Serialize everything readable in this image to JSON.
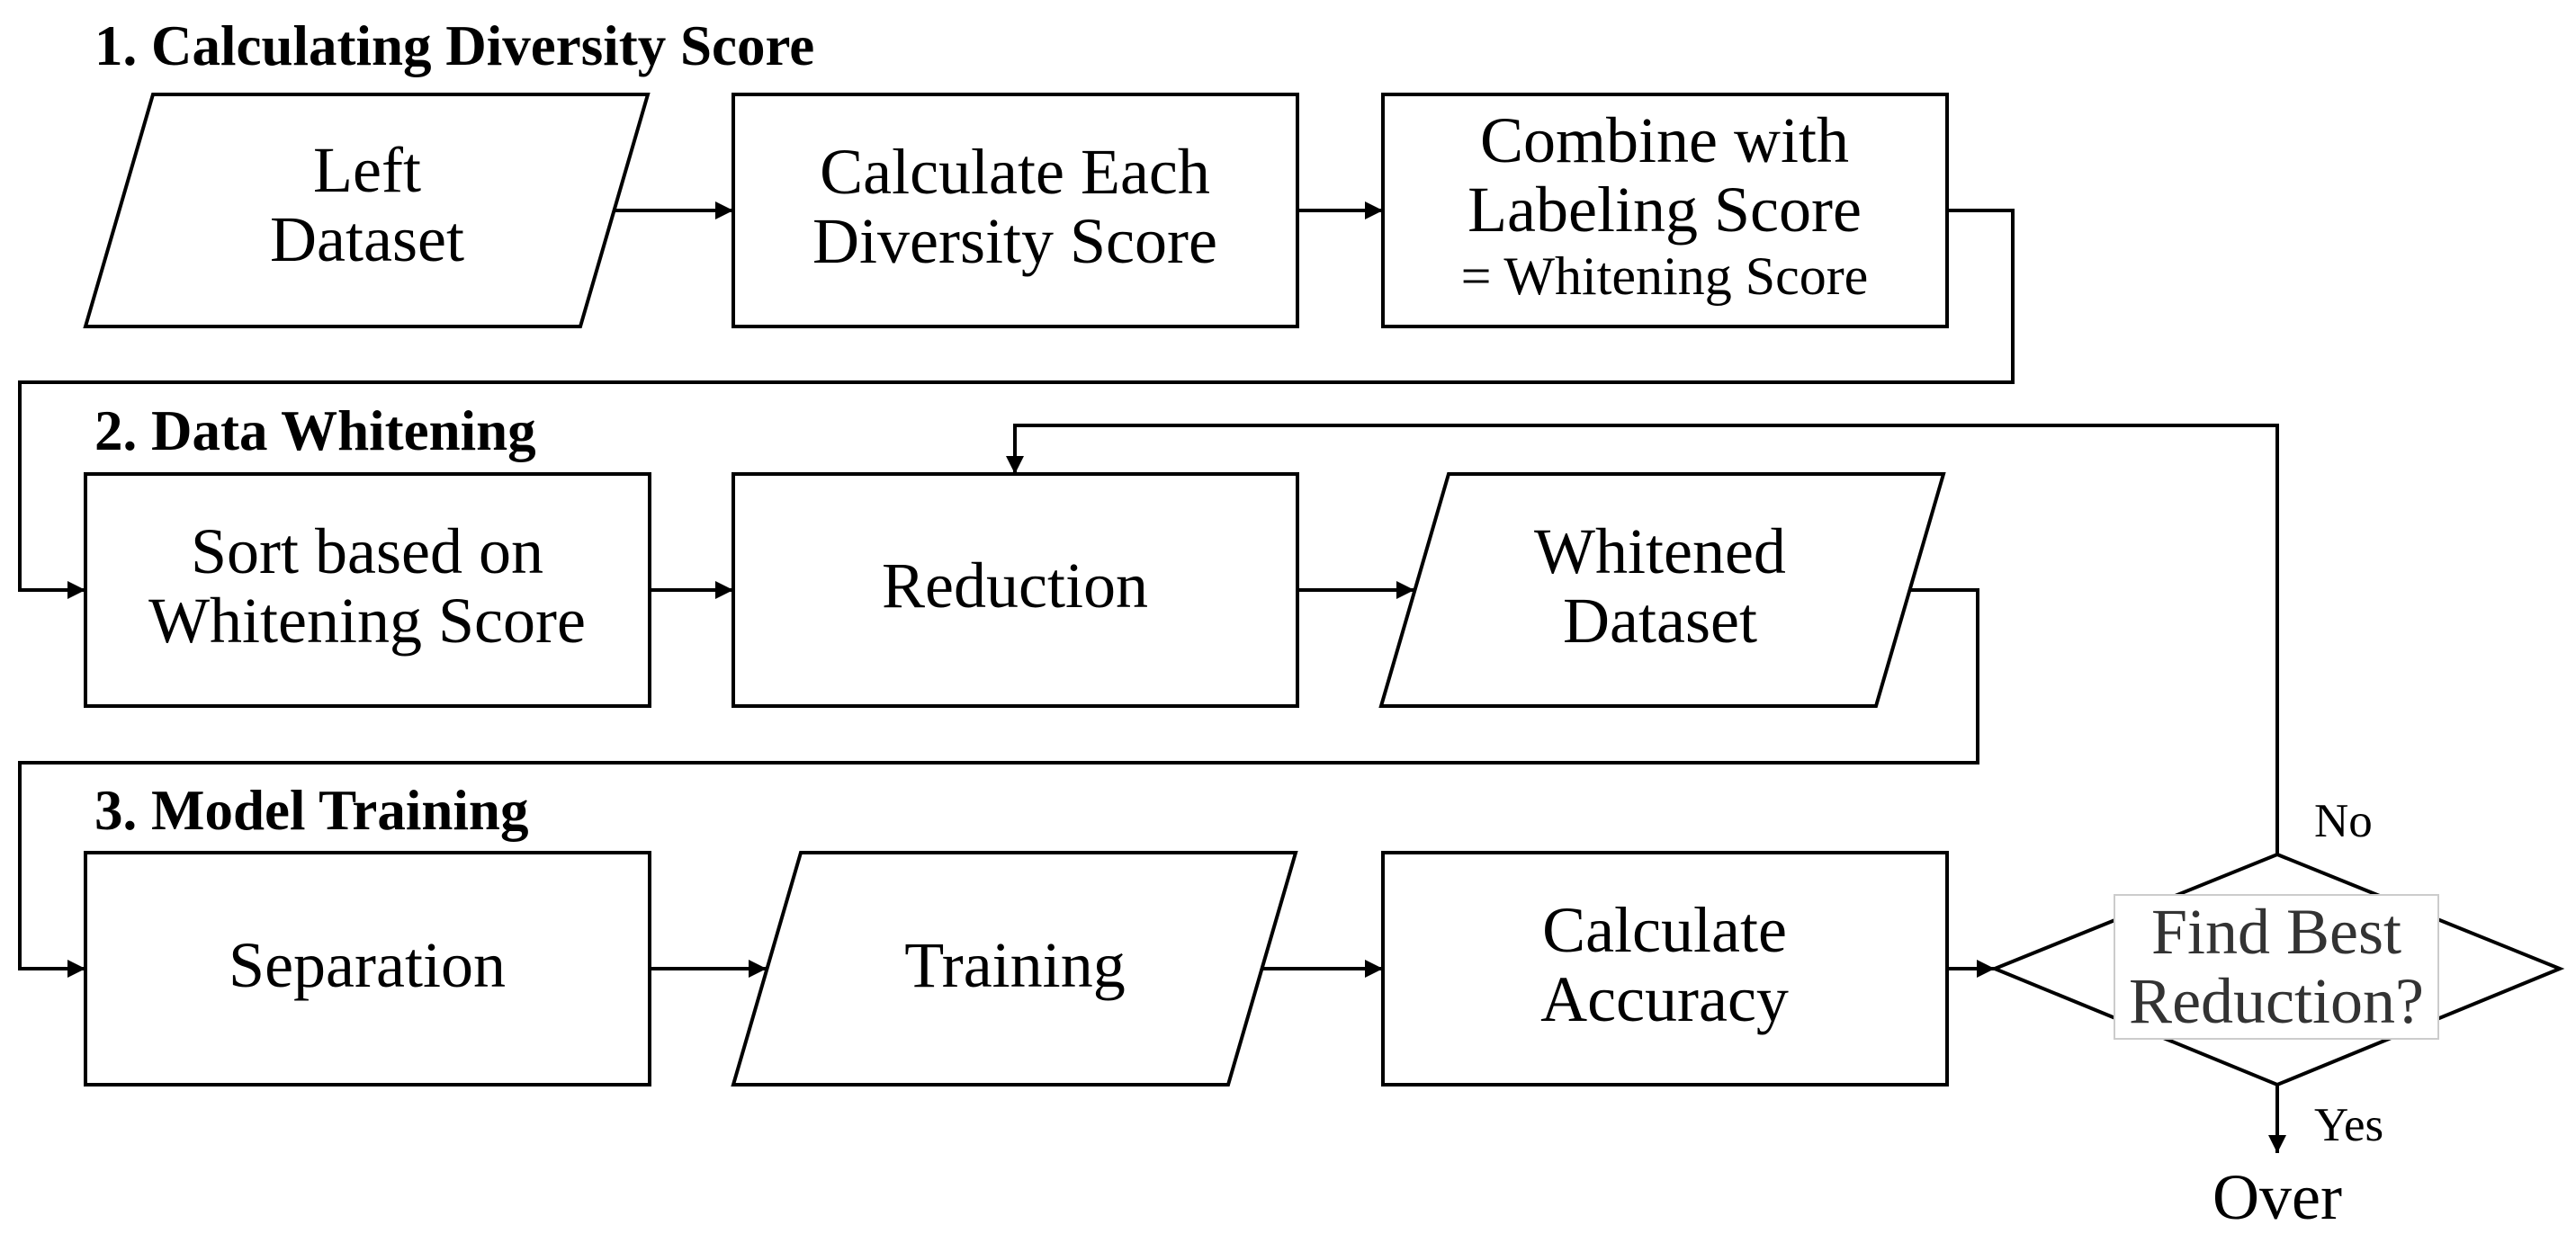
{
  "sections": {
    "s1": "1. Calculating Diversity Score",
    "s2": "2. Data Whitening",
    "s3": "3. Model Training"
  },
  "nodes": {
    "left_dataset": [
      "Left",
      "Dataset"
    ],
    "calc_each": [
      "Calculate Each",
      "Diversity Score"
    ],
    "combine": [
      "Combine with",
      "Labeling Score",
      "= Whitening Score"
    ],
    "sort": [
      "Sort based on",
      "Whitening Score"
    ],
    "reduction": [
      "Reduction"
    ],
    "whitened": [
      "Whitened",
      "Dataset"
    ],
    "separation": [
      "Separation"
    ],
    "training": [
      "Training"
    ],
    "calc_acc": [
      "Calculate",
      "Accuracy"
    ],
    "decision": [
      "Find Best",
      "Reduction?"
    ]
  },
  "branches": {
    "no": "No",
    "yes": "Yes"
  },
  "terminal": "Over"
}
